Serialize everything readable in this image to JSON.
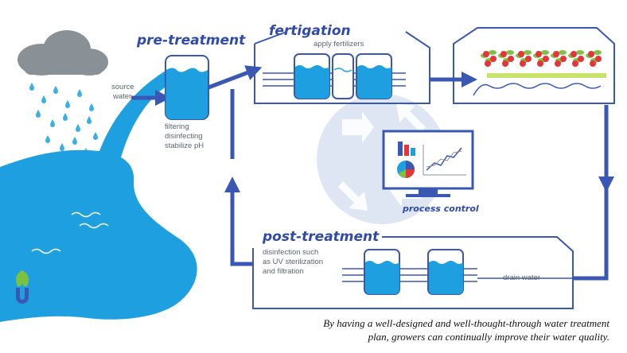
{
  "stages": {
    "pre_treatment": "pre-treatment",
    "fertigation": "fertigation",
    "process_control": "process control",
    "post_treatment": "post-treatment"
  },
  "labels": {
    "source_water": [
      "source",
      "water"
    ],
    "pre_treatment_steps": [
      "filtering",
      "disinfecting",
      "stabilize pH"
    ],
    "apply_fertilizers": "apply fertilizers",
    "post_treatment_steps": [
      "disinfection such",
      "as UV sterilization",
      "and filtration"
    ],
    "drain_water": "drain water"
  },
  "caption": [
    "By having a well-designed and well-thought-through water treatment",
    "plan, growers can continually improve their water quality."
  ],
  "colors": {
    "line": "#3a57b3",
    "water": "#1ea0e0",
    "title": "#2f4aa8",
    "cloud": "#8a9196",
    "rain": "#3ab0e6",
    "tomato": "#e8333a",
    "leaf": "#7dc242",
    "bg_circle": "#dfe6f3",
    "logo": "#7bc142"
  },
  "icons": [
    "rain-cloud-icon",
    "monitor-icon",
    "bar-chart-icon",
    "pie-chart-icon",
    "line-chart-icon",
    "greenhouse-icon",
    "tank-icon",
    "tomato-plant-icon",
    "logo-icon"
  ]
}
